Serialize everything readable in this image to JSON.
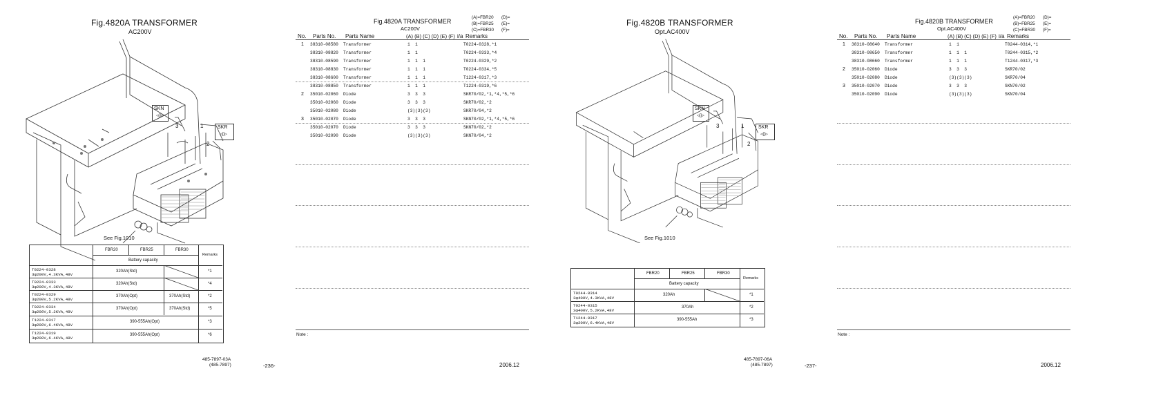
{
  "page1": {
    "title": "Fig.4820A  TRANSFORMER",
    "subtitle": "AC200V",
    "see_fig": "See Fig.1010",
    "labels": {
      "skn": "SKN",
      "skr": "SKR",
      "n1": "1",
      "n2": "2",
      "n3": "3"
    },
    "table": {
      "headers": [
        "FBR20",
        "FBR25",
        "FBR30"
      ],
      "remarks_header": "Remarks",
      "battery_capacity": "Battery capacity",
      "rows": [
        {
          "model": "T0224-0328",
          "spec": "3φ200V,4.3KVA,48V",
          "a": "320Ah(Std)",
          "b": "",
          "remark": "*1"
        },
        {
          "model": "T0224-0333",
          "spec": "3φ200V,4.3KVA,48V",
          "a": "320Ah(Std)",
          "b": "",
          "remark": "*4"
        },
        {
          "model": "T0224-0329",
          "spec": "3φ200V,5.2KVA,48V",
          "a": "370Ah(Opt)",
          "b": "370Ah(Std)",
          "remark": "*2"
        },
        {
          "model": "T0224-0334",
          "spec": "3φ200V,5.2KVA,48V",
          "a": "370Ah(Opt)",
          "b": "370Ah(Std)",
          "remark": "*5"
        },
        {
          "model": "T1224-0317",
          "spec": "3φ200V,6.4KVA,48V",
          "a": "390-555Ah(Opt)",
          "b": "",
          "remark": "*3"
        },
        {
          "model": "T1224-0319",
          "spec": "3φ200V,6.4KVA,48V",
          "a": "390-555Ah(Opt)",
          "b": "",
          "remark": "*6"
        }
      ]
    },
    "doc_no": "485-7897-03A",
    "doc_no2": "(485-7897)",
    "page_no": "-236-"
  },
  "list1": {
    "title": "Fig.4820A  TRANSFORMER",
    "subtitle": "AC200V",
    "legend": [
      "(A)=FBR20",
      "(B)=FBR25",
      "(C)=FBR30",
      "(D)=",
      "(E)=",
      "(F)="
    ],
    "col_no": "No.",
    "col_parts_no": "Parts No.",
    "col_parts_name": "Parts Name",
    "col_abc": "(A) (B) (C) (D) (E) (F)",
    "col_ia": "i/a",
    "col_remarks": "Remarks",
    "rows": [
      {
        "no": "1",
        "part": "38310-08580",
        "name": "Transformer",
        "qty": "1  1",
        "remark": "T0224-0328,*1"
      },
      {
        "no": "",
        "part": "38310-08820",
        "name": "Transformer",
        "qty": "1  1",
        "remark": "T0224-0333,*4"
      },
      {
        "no": "",
        "part": "38310-08590",
        "name": "Transformer",
        "qty": "1  1  1",
        "remark": "T0224-0329,*2"
      },
      {
        "no": "",
        "part": "38310-08830",
        "name": "Transformer",
        "qty": "1  1  1",
        "remark": "T0224-0334,*5"
      },
      {
        "no": "",
        "part": "38310-08600",
        "name": "Transformer",
        "qty": "1  1  1",
        "remark": "T1224-0317,*3"
      },
      {
        "no": "",
        "part": "38310-08850",
        "name": "Transformer",
        "qty": "1  1  1",
        "remark": "T1224-0319,*6"
      },
      {
        "no": "2",
        "part": "35010-02060",
        "name": "Diode",
        "qty": "3  3  3",
        "remark": "SKR70/02,*1,*4,*5,*6"
      },
      {
        "no": "",
        "part": "35010-02060",
        "name": "Diode",
        "qty": "3  3  3",
        "remark": "SKR70/02,*2"
      },
      {
        "no": "",
        "part": "35010-02080",
        "name": "Diode",
        "qty": "(3)(3)(3)",
        "remark": "SKR70/04,*2"
      },
      {
        "no": "3",
        "part": "35010-02070",
        "name": "Diode",
        "qty": "3  3  3",
        "remark": "SKN70/02,*1,*4,*5,*6"
      },
      {
        "no": "",
        "part": "35010-02070",
        "name": "Diode",
        "qty": "3  3  3",
        "remark": "SKN70/02,*2"
      },
      {
        "no": "",
        "part": "35010-02090",
        "name": "Diode",
        "qty": "(3)(3)(3)",
        "remark": "SKN70/04,*2"
      }
    ],
    "note": "Note :",
    "date": "2006.12"
  },
  "page2": {
    "title": "Fig.4820B  TRANSFORMER",
    "subtitle": "Opt.AC400V",
    "see_fig": "See Fig.1010",
    "labels": {
      "skn": "SKN",
      "skr": "SKR",
      "n1": "1",
      "n2": "2",
      "n3": "3"
    },
    "table": {
      "headers": [
        "FBR20",
        "FBR25",
        "FBR30"
      ],
      "remarks_header": "Remarks",
      "battery_capacity": "Battery capacity",
      "rows": [
        {
          "model": "T0244-0314",
          "spec": "3φ400V,4.3KVA,48V",
          "a": "320Ah",
          "remark": "*1"
        },
        {
          "model": "T0244-0315",
          "spec": "3φ400V,5.2KVA,48V",
          "a": "370Ah",
          "remark": "*2"
        },
        {
          "model": "T1244-0317",
          "spec": "3φ200V,6.4KVA,48V",
          "a": "390-555Ah",
          "remark": "*3"
        }
      ]
    },
    "doc_no": "485-7897-06A",
    "doc_no2": "(485-7897)",
    "page_no": "-237-"
  },
  "list2": {
    "title": "Fig.4820B  TRANSFORMER",
    "subtitle": "Opt.AC400V",
    "legend": [
      "(A)=FBR20",
      "(B)=FBR25",
      "(C)=FBR30",
      "(D)=",
      "(E)=",
      "(F)="
    ],
    "col_no": "No.",
    "col_parts_no": "Parts No.",
    "col_parts_name": "Parts Name",
    "col_abc": "(A) (B) (C) (D) (E) (F)",
    "col_ia": "i/a",
    "col_remarks": "Remarks",
    "rows": [
      {
        "no": "1",
        "part": "38310-08640",
        "name": "Transformer",
        "qty": "1  1",
        "remark": "T0244-0314,*1"
      },
      {
        "no": "",
        "part": "38310-08650",
        "name": "Transformer",
        "qty": "1  1  1",
        "remark": "T0244-0315,*2"
      },
      {
        "no": "",
        "part": "38310-08660",
        "name": "Transformer",
        "qty": "1  1  1",
        "remark": "T1244-0317,*3"
      },
      {
        "no": "2",
        "part": "35010-02060",
        "name": "Diode",
        "qty": "3  3  3",
        "remark": "SKR70/02"
      },
      {
        "no": "",
        "part": "35010-02080",
        "name": "Diode",
        "qty": "(3)(3)(3)",
        "remark": "SKR70/04"
      },
      {
        "no": "3",
        "part": "35010-02070",
        "name": "Diode",
        "qty": "3  3  3",
        "remark": "SKN70/02"
      },
      {
        "no": "",
        "part": "35010-02090",
        "name": "Diode",
        "qty": "(3)(3)(3)",
        "remark": "SKN70/04"
      }
    ],
    "note": "Note :",
    "date": "2006.12"
  }
}
